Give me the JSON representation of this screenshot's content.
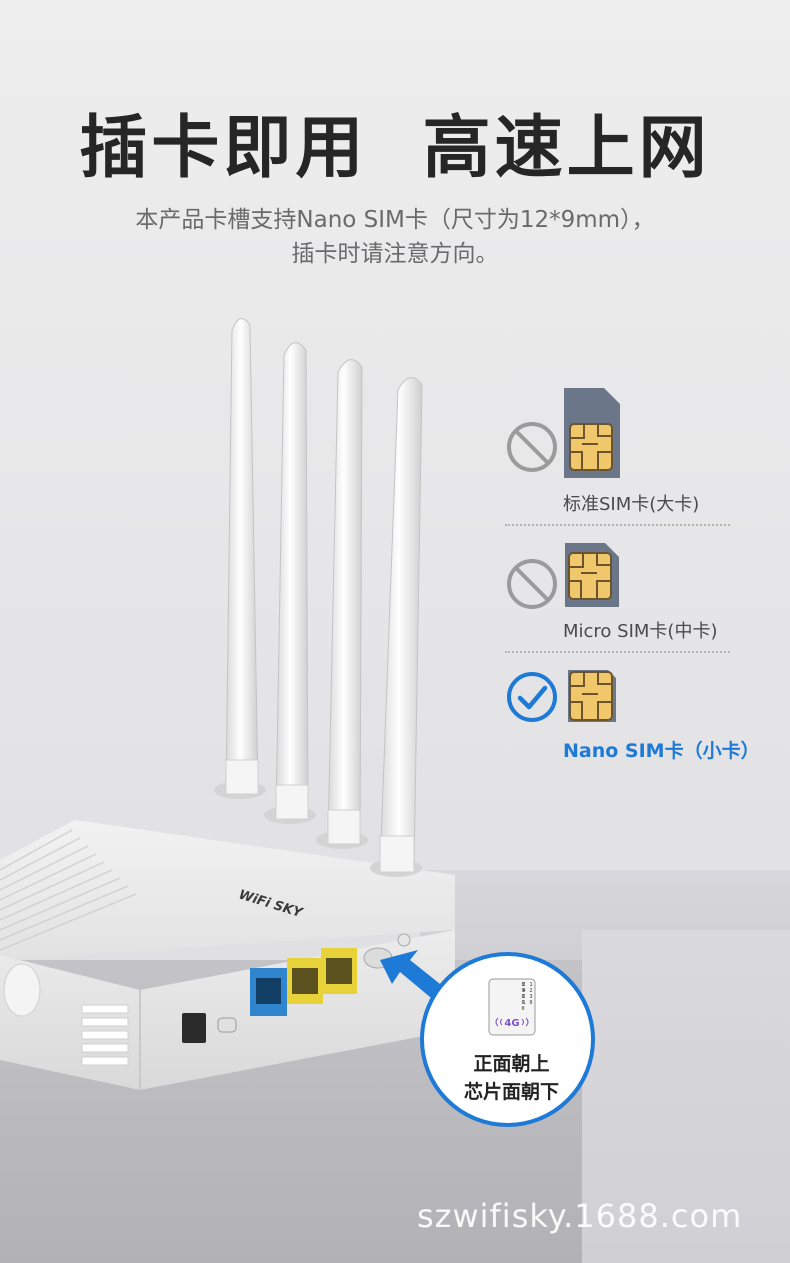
{
  "header": {
    "title": "插卡即用  高速上网",
    "subtitle_line1": "本产品卡槽支持Nano SIM卡（尺寸为12*9mm），",
    "subtitle_line2": "插卡时请注意方向。"
  },
  "device": {
    "brand": "WiFi SKY"
  },
  "sim_types": [
    {
      "label": "标准SIM卡(大卡)",
      "status": "not-supported"
    },
    {
      "label": "Micro SIM卡(中卡)",
      "status": "not-supported"
    },
    {
      "label": "Nano SIM卡（小卡）",
      "status": "supported"
    }
  ],
  "callout": {
    "line1": "正面朝上",
    "line2": "芯片面朝下",
    "card_badge": "4G",
    "card_digits": [
      "89860",
      "2421",
      "1230",
      "0856",
      "1833"
    ]
  },
  "watermark": "szwifisky.1688.com",
  "colors": {
    "accent": "#1d7ad6",
    "prohibited": "#9b9b9b",
    "sim_body": "#6b7689",
    "sim_chip": "#f0c76a",
    "lan_port": "#e8d23a",
    "wan_port": "#2f86cf"
  }
}
